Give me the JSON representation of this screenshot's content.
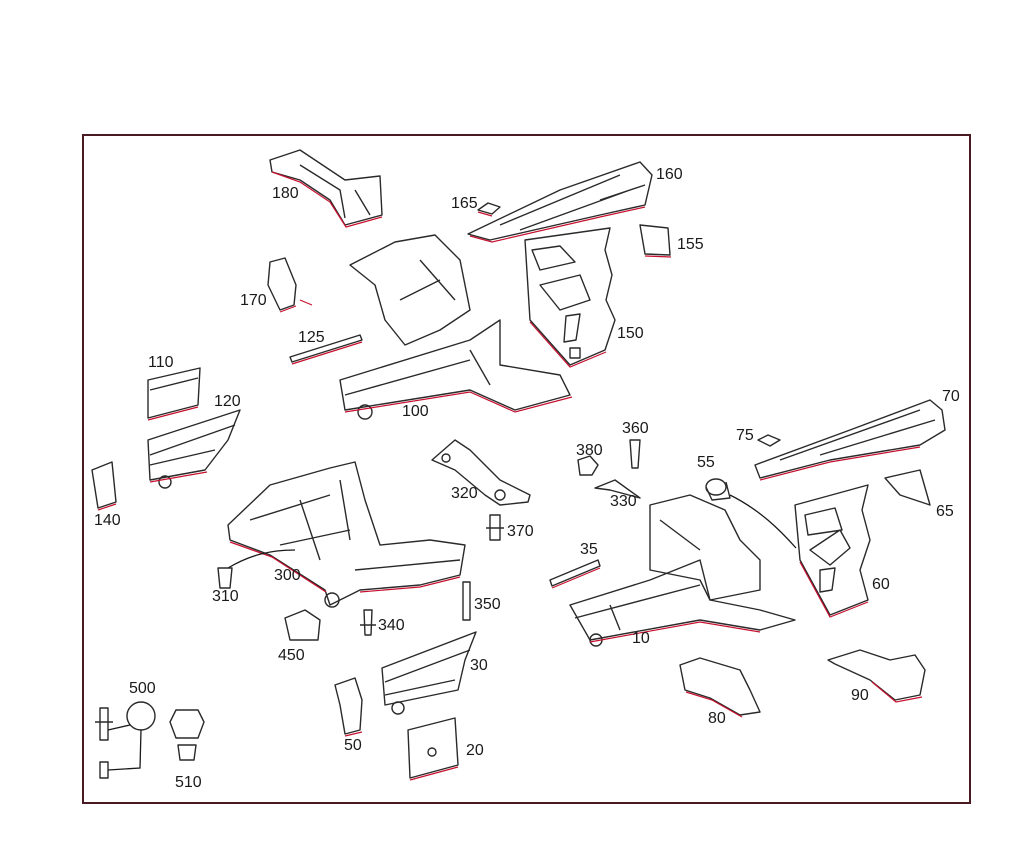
{
  "diagram": {
    "frame_color": "#4a1a22",
    "line_color": "#2a2a2a",
    "accent_color": "#c8102e",
    "callouts": {
      "c10": "10",
      "c20": "20",
      "c30": "30",
      "c35": "35",
      "c50": "50",
      "c55": "55",
      "c60": "60",
      "c65": "65",
      "c70": "70",
      "c75": "75",
      "c80": "80",
      "c90": "90",
      "c100": "100",
      "c110": "110",
      "c120": "120",
      "c125": "125",
      "c140": "140",
      "c150": "150",
      "c155": "155",
      "c160": "160",
      "c165": "165",
      "c170": "170",
      "c180": "180",
      "c300": "300",
      "c310": "310",
      "c320": "320",
      "c330": "330",
      "c340": "340",
      "c350": "350",
      "c360": "360",
      "c370": "370",
      "c380": "380",
      "c450": "450",
      "c500": "500",
      "c510": "510"
    }
  }
}
